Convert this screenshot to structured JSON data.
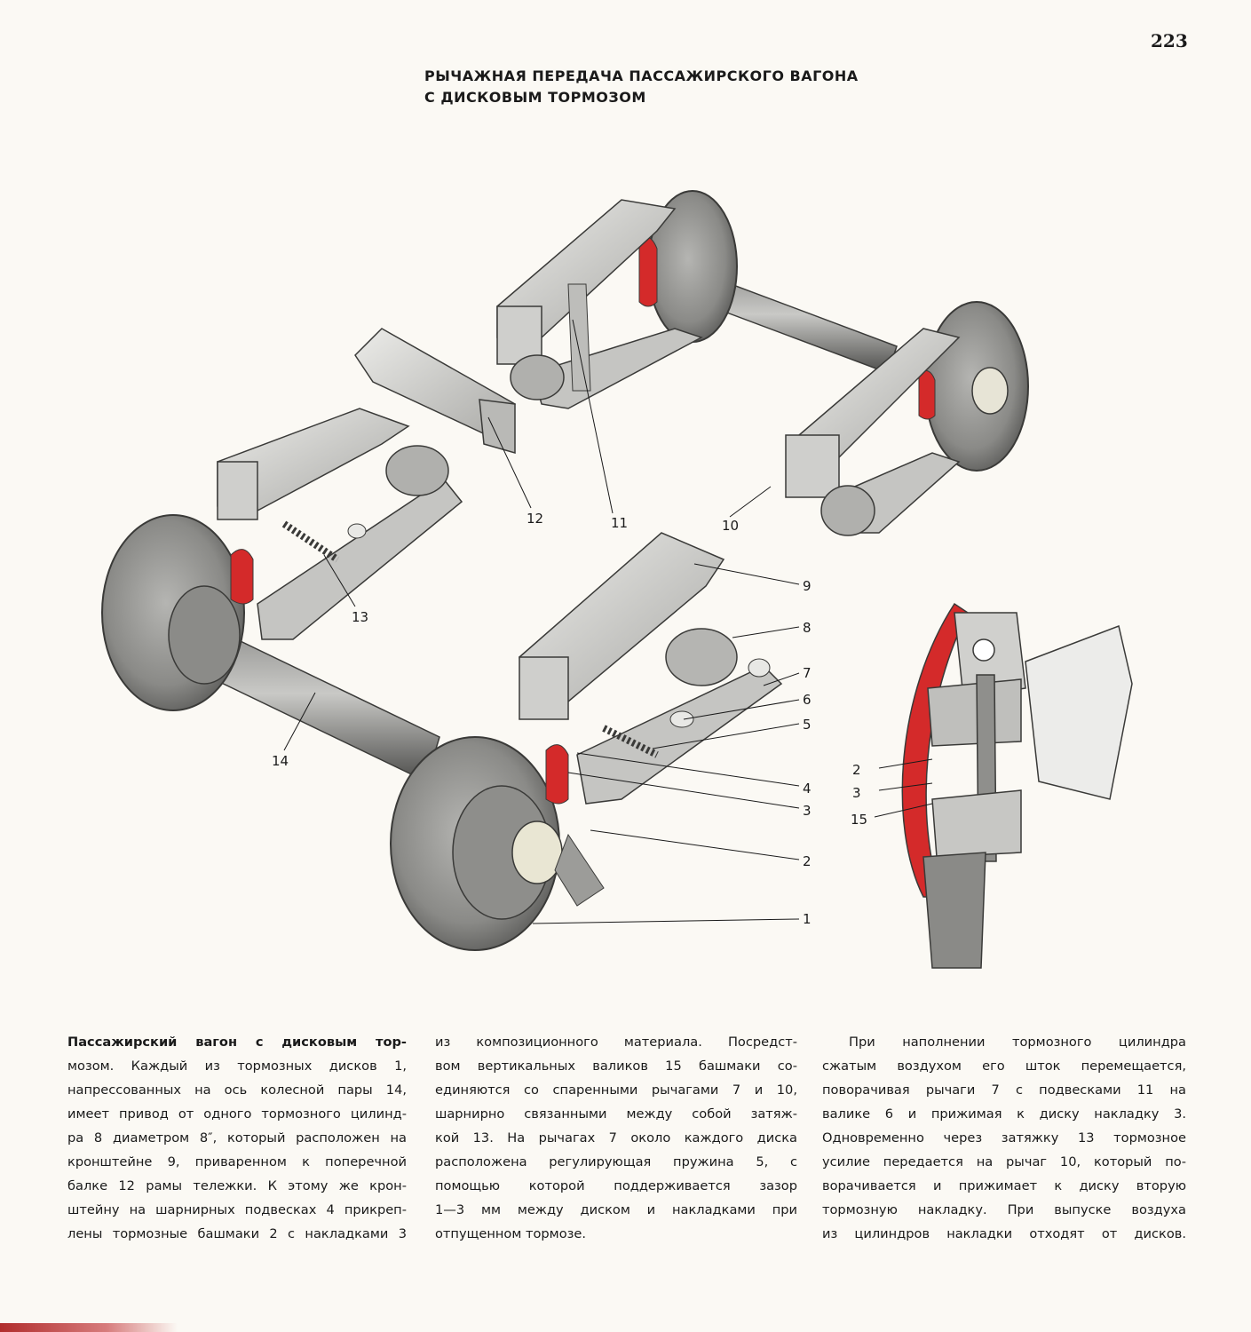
{
  "page_number": "223",
  "title": {
    "line1": "РЫЧАЖНАЯ ПЕРЕДАЧА ПАССАЖИРСКОГО ВАГОНА",
    "line2": "С ДИСКОВЫМ ТОРМОЗОМ"
  },
  "callouts": {
    "c1": "1",
    "c2": "2",
    "c3": "3",
    "c4": "4",
    "c5": "5",
    "c6": "6",
    "c7": "7",
    "c8": "8",
    "c9": "9",
    "c10": "10",
    "c11": "11",
    "c12": "12",
    "c13": "13",
    "c14": "14",
    "inset_2": "2",
    "inset_3": "3",
    "inset_15": "15"
  },
  "colors": {
    "brake_pad_red": "#d42a2a",
    "metal_light": "#d9d9d6",
    "metal_mid": "#9a9a98",
    "metal_dark": "#555553"
  },
  "text": {
    "col1": [
      "Пассажирский вагон с дисковым тор-",
      "мозом. Каждый из тормозных дисков 1,",
      "напрессованных на ось колесной пары 14,",
      "имеет привод от одного тормозного цилинд-",
      "ра 8 диаметром 8″, который расположен на",
      "кронштейне 9, приваренном к поперечной",
      "балке 12 рамы тележки. К этому же крон-",
      "штейну на шарнирных подвесках 4 прикреп-",
      "лены тормозные башмаки 2 с накладками 3"
    ],
    "col2": [
      "из композиционного материала. Посредст-",
      "вом вертикальных валиков 15 башмаки со-",
      "единяются со спаренными рычагами 7 и 10,",
      "шарнирно связанными между собой затяж-",
      "кой 13. На рычагах 7 около каждого диска",
      "расположена регулирующая пружина 5, с",
      "помощью которой поддерживается зазор",
      "1—3 мм между диском и накладками при",
      "отпущенном тормозе."
    ],
    "col3": [
      "При наполнении тормозного цилиндра",
      "сжатым воздухом его шток перемещается,",
      "поворачивая рычаги 7 с подвесками 11 на",
      "валике 6 и прижимая к диску накладку 3.",
      "Одновременно через затяжку 13 тормозное",
      "усилие передается на рычаг 10, который по-",
      "ворачивается и прижимает к диску вторую",
      "тормозную накладку. При выпуске воздуха",
      "из цилиндров накладки отходят от дисков."
    ]
  }
}
